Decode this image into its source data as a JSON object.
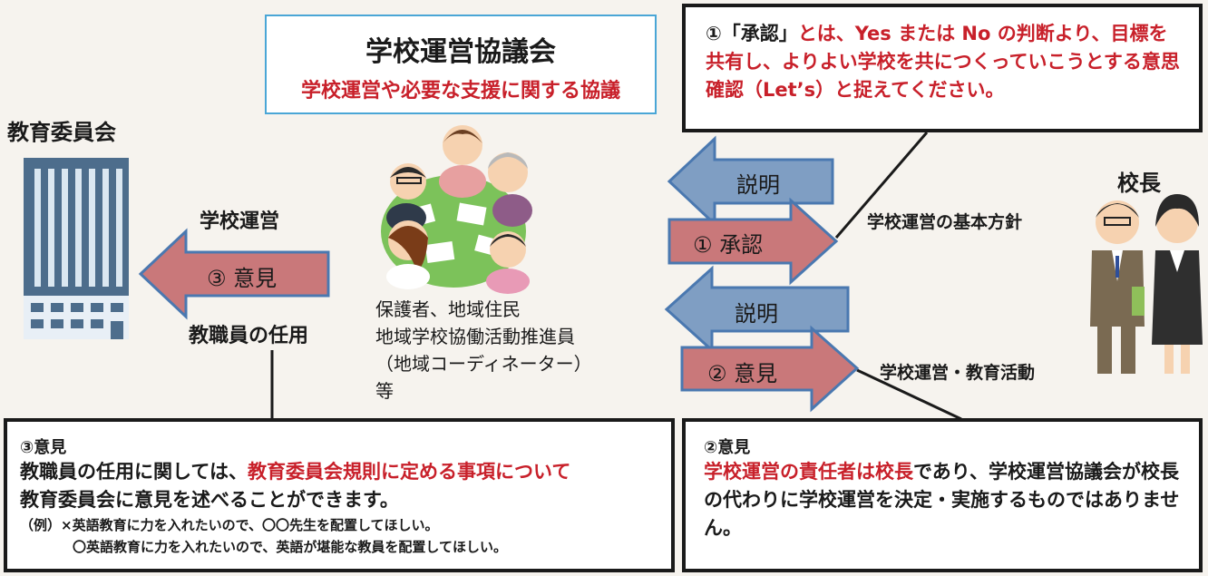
{
  "council": {
    "title": "学校運営協議会",
    "subtitle": "学校運営や必要な支援に関する協議"
  },
  "board_of_education": {
    "label": "教育委員会"
  },
  "principal": {
    "label": "校長"
  },
  "members": {
    "line1": "保護者、地域住民",
    "line2": "地域学校協働活動推進員",
    "line3": "（地域コーディネーター）",
    "line4": "等"
  },
  "left_flow": {
    "topic_top": "学校運営",
    "arrow_label": "③  意見",
    "topic_bottom": "教職員の任用"
  },
  "right_flow": {
    "arrow1_label": "説明",
    "arrow2_label": "①  承認",
    "topic1": "学校運営の基本方針",
    "arrow3_label": "説明",
    "arrow4_label": "②  意見",
    "topic2": "学校運営・教育活動"
  },
  "note1": {
    "part_a": "①「承認」",
    "part_b": "とは、Yes または No の判断より、目標を共有し、よりよい学校を共につくっていこうとする意思確認（Let’s）と捉えてください。"
  },
  "note3": {
    "heading": "③意見",
    "text_a": "教職員の任用に関しては、",
    "text_b": "教育委員会規則に定める事項について",
    "text_c": "教育委員会に意見を述べることができます。",
    "example_1": "（例）×英語教育に力を入れたいので、〇〇先生を配置してほしい。",
    "example_2": "〇英語教育に力を入れたいので、英語が堪能な教員を配置してほしい。"
  },
  "note2": {
    "heading": "②意見",
    "text_a": "学校運営の責任者は校長",
    "text_b": "であり、学校運営協議会が校長の代わりに学校運営を決定・実施するものではありません。"
  },
  "colors": {
    "council_border": "#4aa6d6",
    "emphasis_red": "#c8202a",
    "blue_arrow": "#7f9ec3",
    "red_arrow": "#c9787a",
    "arrow_outline": "#4a78b0"
  }
}
